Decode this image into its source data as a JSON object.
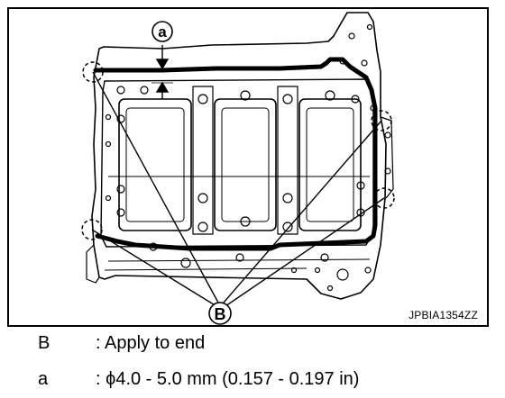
{
  "figure": {
    "callout_a": "a",
    "callout_b": "B",
    "figure_id": "JPBIA1354ZZ"
  },
  "legend": [
    {
      "key": "B",
      "text": ": Apply to end"
    },
    {
      "key": "a",
      "text": ": ϕ4.0 - 5.0 mm (0.157 - 0.197 in)"
    }
  ],
  "colors": {
    "line": "#000000",
    "background": "#ffffff"
  }
}
